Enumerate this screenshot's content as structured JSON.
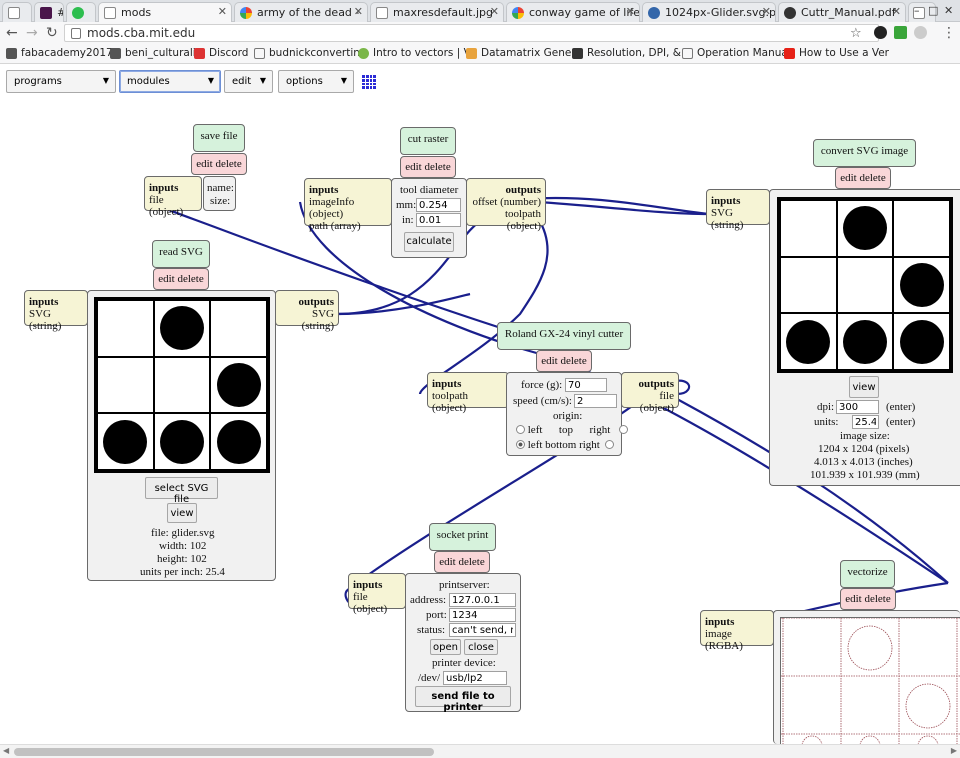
{
  "browser": {
    "tabs": [
      {
        "title": "",
        "icon": "blank-page-icon",
        "active": false
      },
      {
        "title": "#",
        "icon": "slack-icon",
        "active": false
      },
      {
        "title": "",
        "icon": "whatsapp-icon",
        "active": false
      },
      {
        "title": "mods",
        "icon": "blank-page-icon",
        "active": true
      },
      {
        "title": "army of the dead -",
        "icon": "google-icon",
        "active": false
      },
      {
        "title": "maxresdefault.jpg",
        "icon": "blank-page-icon",
        "active": false
      },
      {
        "title": "conway game of life",
        "icon": "google-icon",
        "active": false
      },
      {
        "title": "1024px-Glider.svg.p",
        "icon": "wikimedia-icon",
        "active": false
      },
      {
        "title": "Cuttr_Manual.pdf",
        "icon": "pdf-icon",
        "active": false
      },
      {
        "title": "",
        "icon": "blank-page-icon",
        "active": false
      }
    ],
    "url": "mods.cba.mit.edu",
    "bookmarks": [
      "fabacademy2017",
      "beni_culturali",
      "Discord",
      "budnickconverting",
      "Intro to vectors | V",
      "Datamatrix Gener",
      "Resolution, DPI, &",
      "Operation Manual",
      "How to Use a Ver"
    ]
  },
  "menus": {
    "programs": "programs",
    "modules": "modules",
    "edit": "edit",
    "options": "options"
  },
  "common": {
    "edit_delete": "edit delete",
    "inputs": "inputs",
    "outputs": "outputs"
  },
  "save_file": {
    "title": "save file",
    "input_port": "file (object)",
    "name_label": "name:",
    "size_label": "size:"
  },
  "cut_raster": {
    "title": "cut raster",
    "inputs": [
      "imageInfo (object)",
      "path (array)"
    ],
    "outputs": [
      "offset (number)",
      "toolpath (object)"
    ],
    "tool_diameter": "tool diameter",
    "mm_label": "mm:",
    "mm_value": "0.254",
    "in_label": "in:",
    "in_value": "0.01",
    "calculate": "calculate"
  },
  "convert_svg": {
    "title": "convert SVG image",
    "input_port": "SVG (string)",
    "view": "view",
    "dpi_label": "dpi:",
    "dpi_value": "300",
    "units_label": "units:",
    "units_value": "25.4",
    "enter": "(enter)",
    "image_size": "image size:",
    "pixels": "1204 x 1204 (pixels)",
    "inches": "4.013 x 4.013 (inches)",
    "mm": "101.939 x 101.939 (mm)"
  },
  "read_svg": {
    "title": "read SVG",
    "input_port": "SVG (string)",
    "output_port": "SVG (string)",
    "select_file": "select SVG file",
    "view": "view",
    "file": "file: glider.svg",
    "width": "width: 102",
    "height": "height: 102",
    "units": "units per inch: 25.4"
  },
  "roland": {
    "title": "Roland GX-24 vinyl cutter",
    "input_port": "toolpath (object)",
    "output_port": "file (object)",
    "force_label": "force (g):",
    "force_value": "70",
    "speed_label": "speed (cm/s):",
    "speed_value": "2",
    "origin": "origin:",
    "left": "left",
    "top": "top",
    "right": "right",
    "left_bottom_right": "left bottom right"
  },
  "socket_print": {
    "title": "socket print",
    "input_port": "file (object)",
    "printserver": "printserver:",
    "address_label": "address:",
    "address_value": "127.0.0.1",
    "port_label": "port:",
    "port_value": "1234",
    "status_label": "status:",
    "status_value": "can't send, not",
    "open": "open",
    "close": "close",
    "printer_device": "printer device:",
    "device_prefix": "/dev/",
    "device_value": "usb/lp2",
    "send": "send file to printer"
  },
  "vectorize": {
    "title": "vectorize",
    "input_port": "image (RGBA)"
  },
  "glider_pattern": [
    [
      0,
      1,
      0
    ],
    [
      0,
      0,
      1
    ],
    [
      1,
      1,
      1
    ]
  ],
  "colors": {
    "wire": "#1a1f8c",
    "title_bg": "#d6f2dc",
    "edit_bg": "#f9d6d8",
    "port_bg": "#f6f4d5",
    "panel_bg": "#f1f1f1"
  }
}
